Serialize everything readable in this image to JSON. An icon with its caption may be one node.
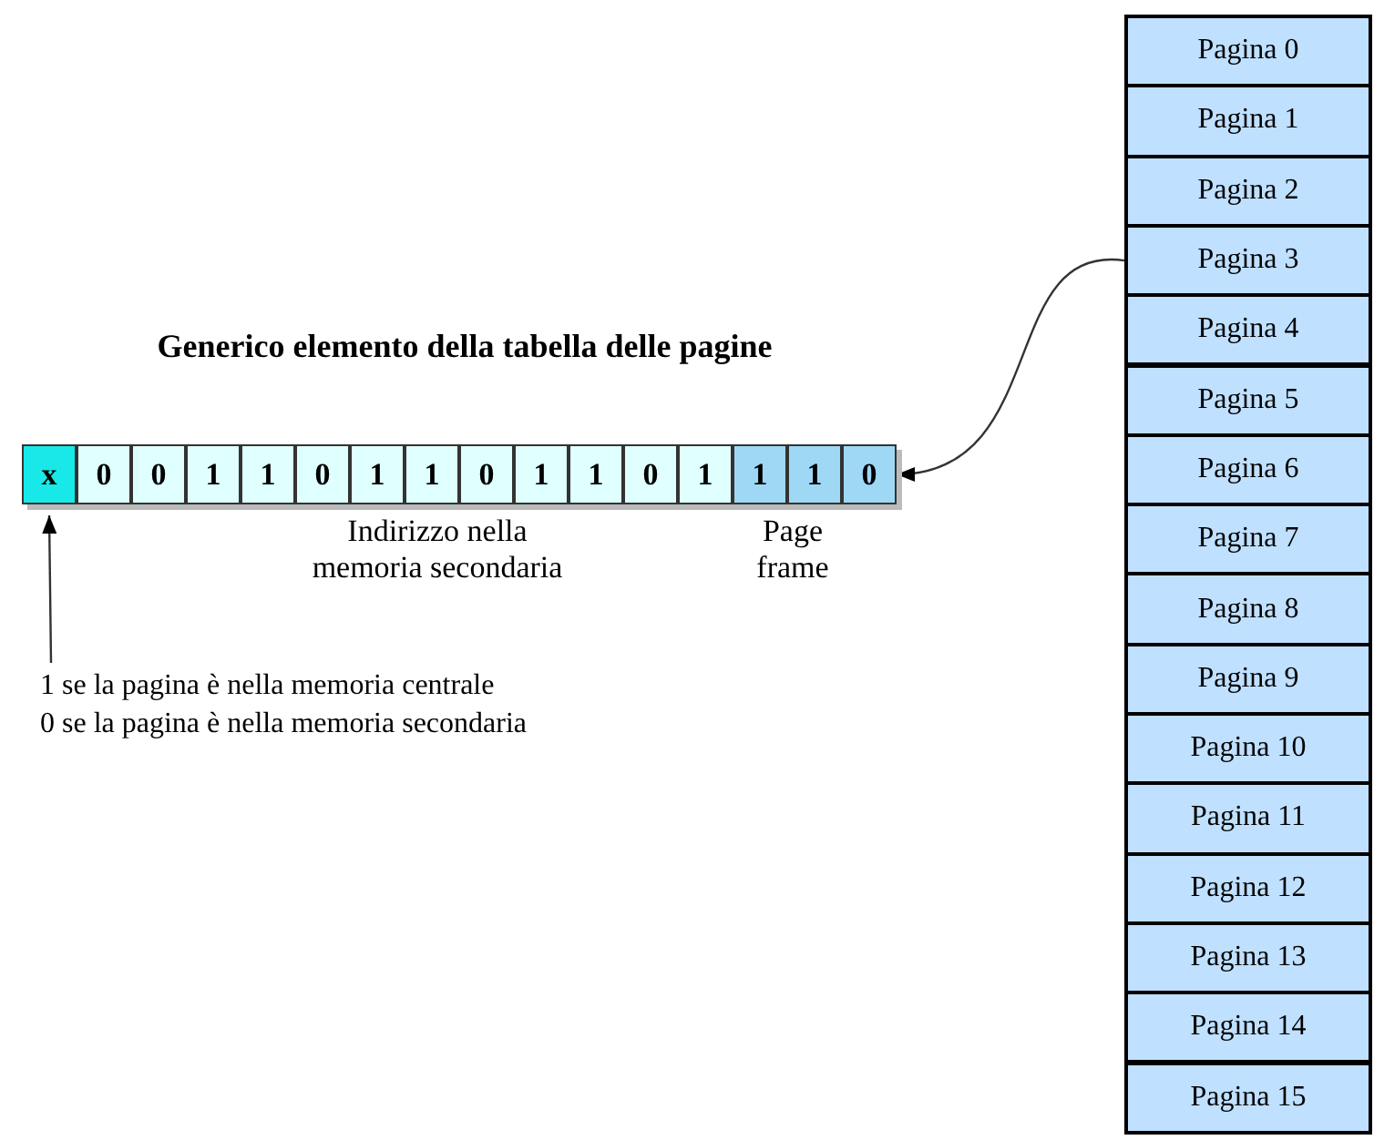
{
  "diagram": {
    "title": "Generico elemento della tabella delle pagine",
    "nodes": [
      {
        "text": [
          "x"
        ]
      },
      {
        "text": [
          "0"
        ]
      },
      {
        "text": [
          "0"
        ]
      },
      {
        "text": [
          "1"
        ]
      },
      {
        "text": [
          "1"
        ]
      },
      {
        "text": [
          "0"
        ]
      },
      {
        "text": [
          "1"
        ]
      },
      {
        "text": [
          "1"
        ]
      },
      {
        "text": [
          "0"
        ]
      },
      {
        "text": [
          "1"
        ]
      },
      {
        "text": [
          "1"
        ]
      },
      {
        "text": [
          "0"
        ]
      },
      {
        "text": [
          "1"
        ]
      },
      {
        "text": [
          "1"
        ]
      },
      {
        "text": [
          "1"
        ]
      },
      {
        "text": [
          "0"
        ]
      },
      {
        "text": [
          "1 se la pagina è nella memoria centrale",
          "0 se la pagina è nella memoria secondaria"
        ]
      },
      {
        "text": [
          "Pagina 0"
        ]
      },
      {
        "text": [
          "Pagina 1"
        ]
      },
      {
        "text": [
          "Pagina 2"
        ]
      },
      {
        "text": [
          "Pagina 3"
        ]
      },
      {
        "text": [
          "Pagina 4"
        ]
      },
      {
        "text": [
          "Pagina 5"
        ]
      },
      {
        "text": [
          "Pagina 6"
        ]
      },
      {
        "text": [
          "Pagina 7"
        ]
      },
      {
        "text": [
          "Pagina 8"
        ]
      },
      {
        "text": [
          "Pagina 9"
        ]
      },
      {
        "text": [
          "Pagina 10"
        ]
      },
      {
        "text": [
          "Pagina 11"
        ]
      },
      {
        "text": [
          "Pagina 12"
        ]
      },
      {
        "text": [
          "Pagina 13"
        ]
      },
      {
        "text": [
          "Pagina 14"
        ]
      },
      {
        "text": [
          "Pagina 15"
        ]
      }
    ],
    "edges": [
      {
        "from": 16,
        "to": 0,
        "arrow": "to"
      },
      {
        "from": 20,
        "to": 15,
        "arrow": "to"
      }
    ],
    "labels": [
      "Indirizzo nella memoria secondaria",
      "Page frame"
    ]
  }
}
